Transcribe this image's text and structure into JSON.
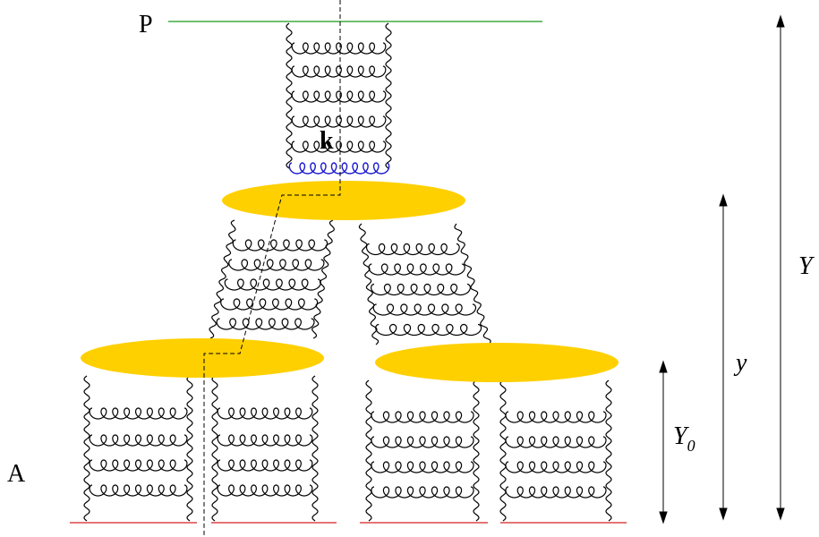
{
  "labels": {
    "projectile": "P",
    "target": "A",
    "gluon_momentum": "k",
    "total_rapidity": "Y",
    "intermediate_rapidity": "y",
    "initial_rapidity": "Y",
    "initial_rapidity_subscript": "0"
  },
  "colors": {
    "projectile_line": "#1a9a1a",
    "target_line": "#d42020",
    "vertex_blob": "#ffd000",
    "emitted_gluon": "#1a1ad0",
    "gluon": "#000000"
  },
  "icons": {
    "vertex": "ellipse-vertex",
    "gluon": "gluon-coil"
  }
}
